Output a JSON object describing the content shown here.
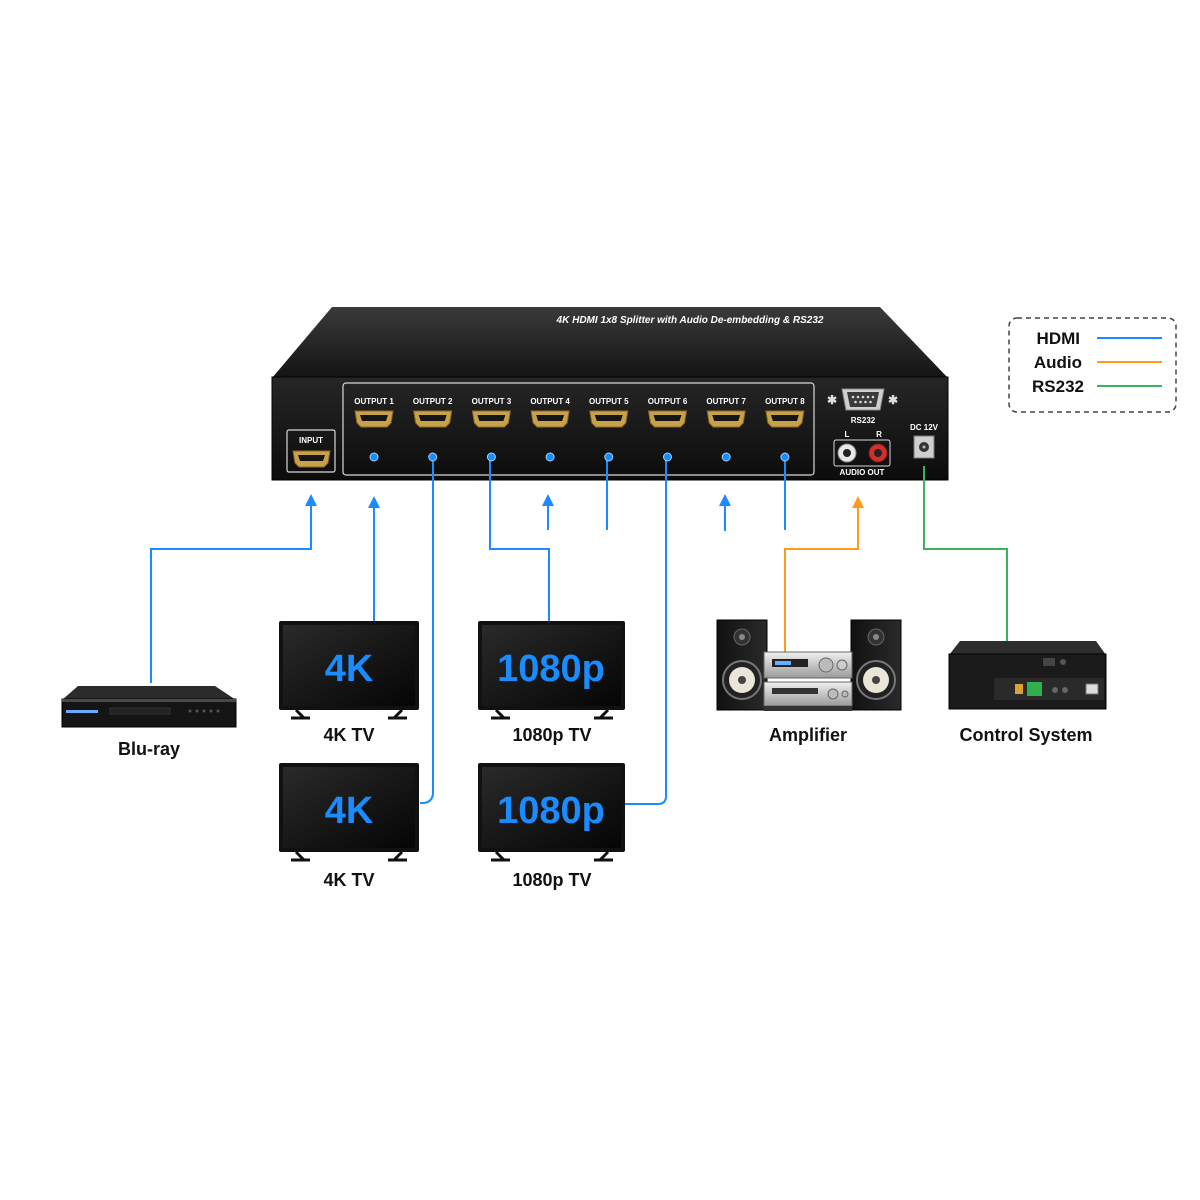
{
  "device": {
    "title": "4K HDMI 1x8 Splitter with Audio De-embedding & RS232",
    "input_label": "INPUT",
    "outputs": [
      "OUTPUT 1",
      "OUTPUT 2",
      "OUTPUT 3",
      "OUTPUT 4",
      "OUTPUT 5",
      "OUTPUT 6",
      "OUTPUT 7",
      "OUTPUT 8"
    ],
    "rs232_label": "RS232",
    "audio_left": "L",
    "audio_right": "R",
    "audio_out_label": "AUDIO OUT",
    "dc_label": "DC 12V"
  },
  "legend": {
    "items": [
      {
        "label": "HDMI",
        "color": "#1a8cff"
      },
      {
        "label": "Audio",
        "color": "#ff9a1a"
      },
      {
        "label": "RS232",
        "color": "#3ab35a"
      }
    ]
  },
  "devices": {
    "bluray": {
      "label": "Blu-ray"
    },
    "tv_4k_top": {
      "label": "4K TV",
      "screen_text": "4K"
    },
    "tv_4k_bottom": {
      "label": "4K TV",
      "screen_text": "4K"
    },
    "tv_1080_top": {
      "label": "1080p TV",
      "screen_text": "1080p"
    },
    "tv_1080_bottom": {
      "label": "1080p TV",
      "screen_text": "1080p"
    },
    "amplifier": {
      "label": "Amplifier"
    },
    "control": {
      "label": "Control System"
    }
  },
  "colors": {
    "hdmi": "#1a8cff",
    "audio": "#ff9a1a",
    "rs232": "#3ab35a",
    "device_body": "#1c1c1c"
  }
}
